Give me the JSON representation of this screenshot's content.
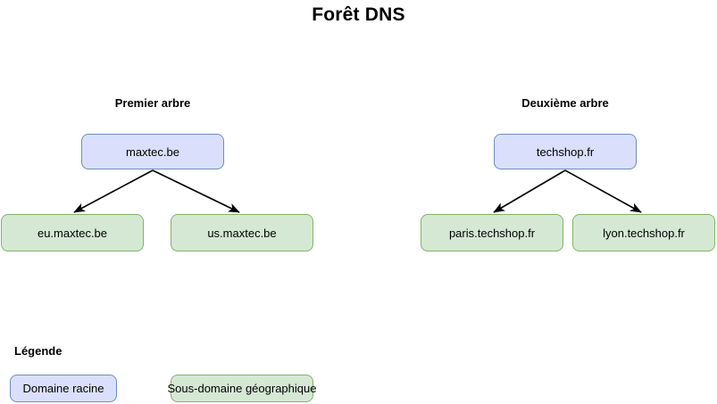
{
  "diagram": {
    "title": "Forêt DNS",
    "trees": [
      {
        "title": "Premier arbre",
        "root": {
          "label": "maxtec.be",
          "type": "root-domain"
        },
        "children": [
          {
            "label": "eu.maxtec.be",
            "type": "geographic-subdomain"
          },
          {
            "label": "us.maxtec.be",
            "type": "geographic-subdomain"
          }
        ]
      },
      {
        "title": "Deuxième arbre",
        "root": {
          "label": "techshop.fr",
          "type": "root-domain"
        },
        "children": [
          {
            "label": "paris.techshop.fr",
            "type": "geographic-subdomain"
          },
          {
            "label": "lyon.techshop.fr",
            "type": "geographic-subdomain"
          }
        ]
      }
    ],
    "legend": {
      "title": "Légende",
      "items": [
        {
          "label": "Domaine racine",
          "swatch": "root-domain"
        },
        {
          "label": "Sous-domaine géographique",
          "swatch": "geographic-subdomain"
        }
      ]
    },
    "colors": {
      "root_fill": "#dae0fb",
      "root_stroke": "#6c8ebf",
      "child_fill": "#d5e8d4",
      "child_stroke": "#82b366",
      "edge": "#000000",
      "background": "#ffffff",
      "text": "#000000"
    }
  }
}
